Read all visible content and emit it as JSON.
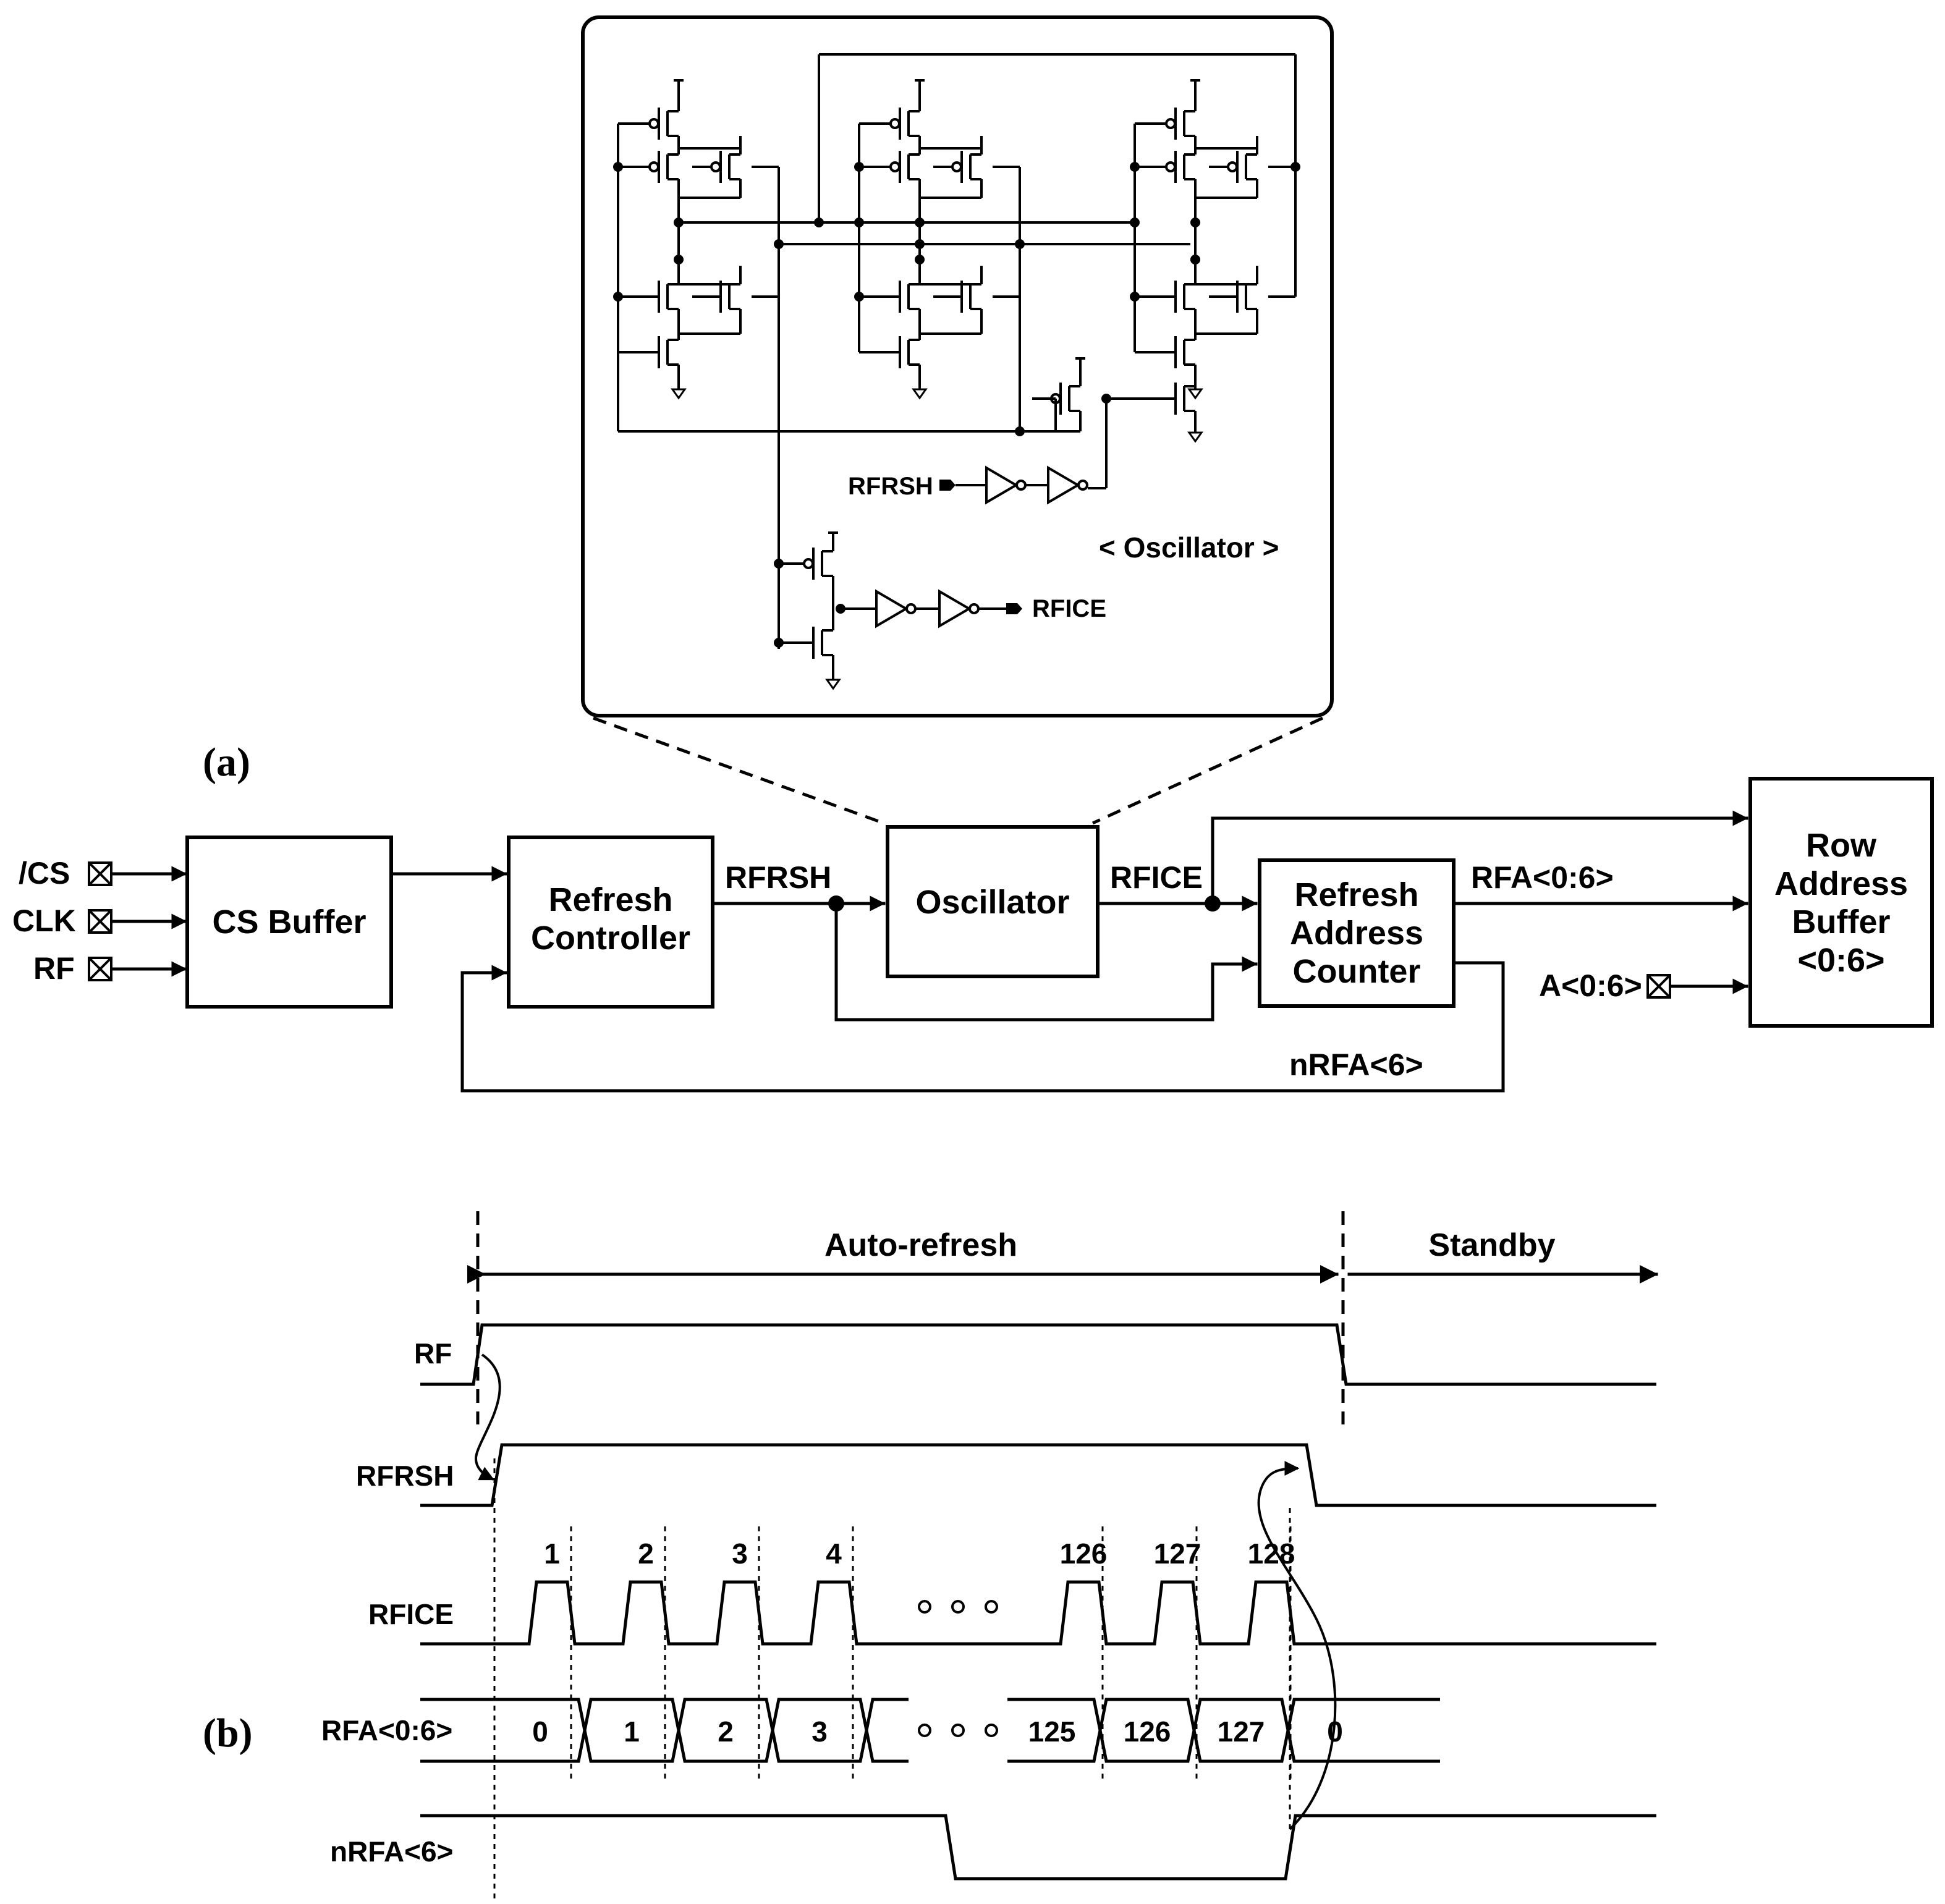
{
  "panel_a": {
    "panel_label": "(a)",
    "inputs": [
      "/CS",
      "CLK",
      "RF"
    ],
    "blocks": {
      "cs_buffer": "CS Buffer",
      "refresh_controller": [
        "Refresh",
        "Controller"
      ],
      "oscillator": "Oscillator",
      "refresh_address_counter": [
        "Refresh",
        "Address",
        "Counter"
      ],
      "row_address_buffer": [
        "Row",
        "Address",
        "Buffer",
        "<0:6>"
      ]
    },
    "signals": {
      "rfrsh": "RFRSH",
      "rfice": "RFICE",
      "rfa": "RFA<0:6>",
      "addr_in": "A<0:6>",
      "nrfa": "nRFA<6>"
    },
    "inset": {
      "title": "< Oscillator >",
      "in_label": "RFRSH",
      "out_label": "RFICE"
    }
  },
  "panel_b": {
    "panel_label": "(b)",
    "phases": [
      "Auto-refresh",
      "Standby"
    ],
    "waveforms": [
      "RF",
      "RFRSH",
      "RFICE",
      "RFA<0:6>",
      "nRFA<6>"
    ],
    "pulse_numbers": [
      "1",
      "2",
      "3",
      "4",
      "126",
      "127",
      "128"
    ],
    "rfa_values": [
      "0",
      "1",
      "2",
      "3",
      "125",
      "126",
      "127",
      "0"
    ],
    "ellipsis": "o o o"
  }
}
